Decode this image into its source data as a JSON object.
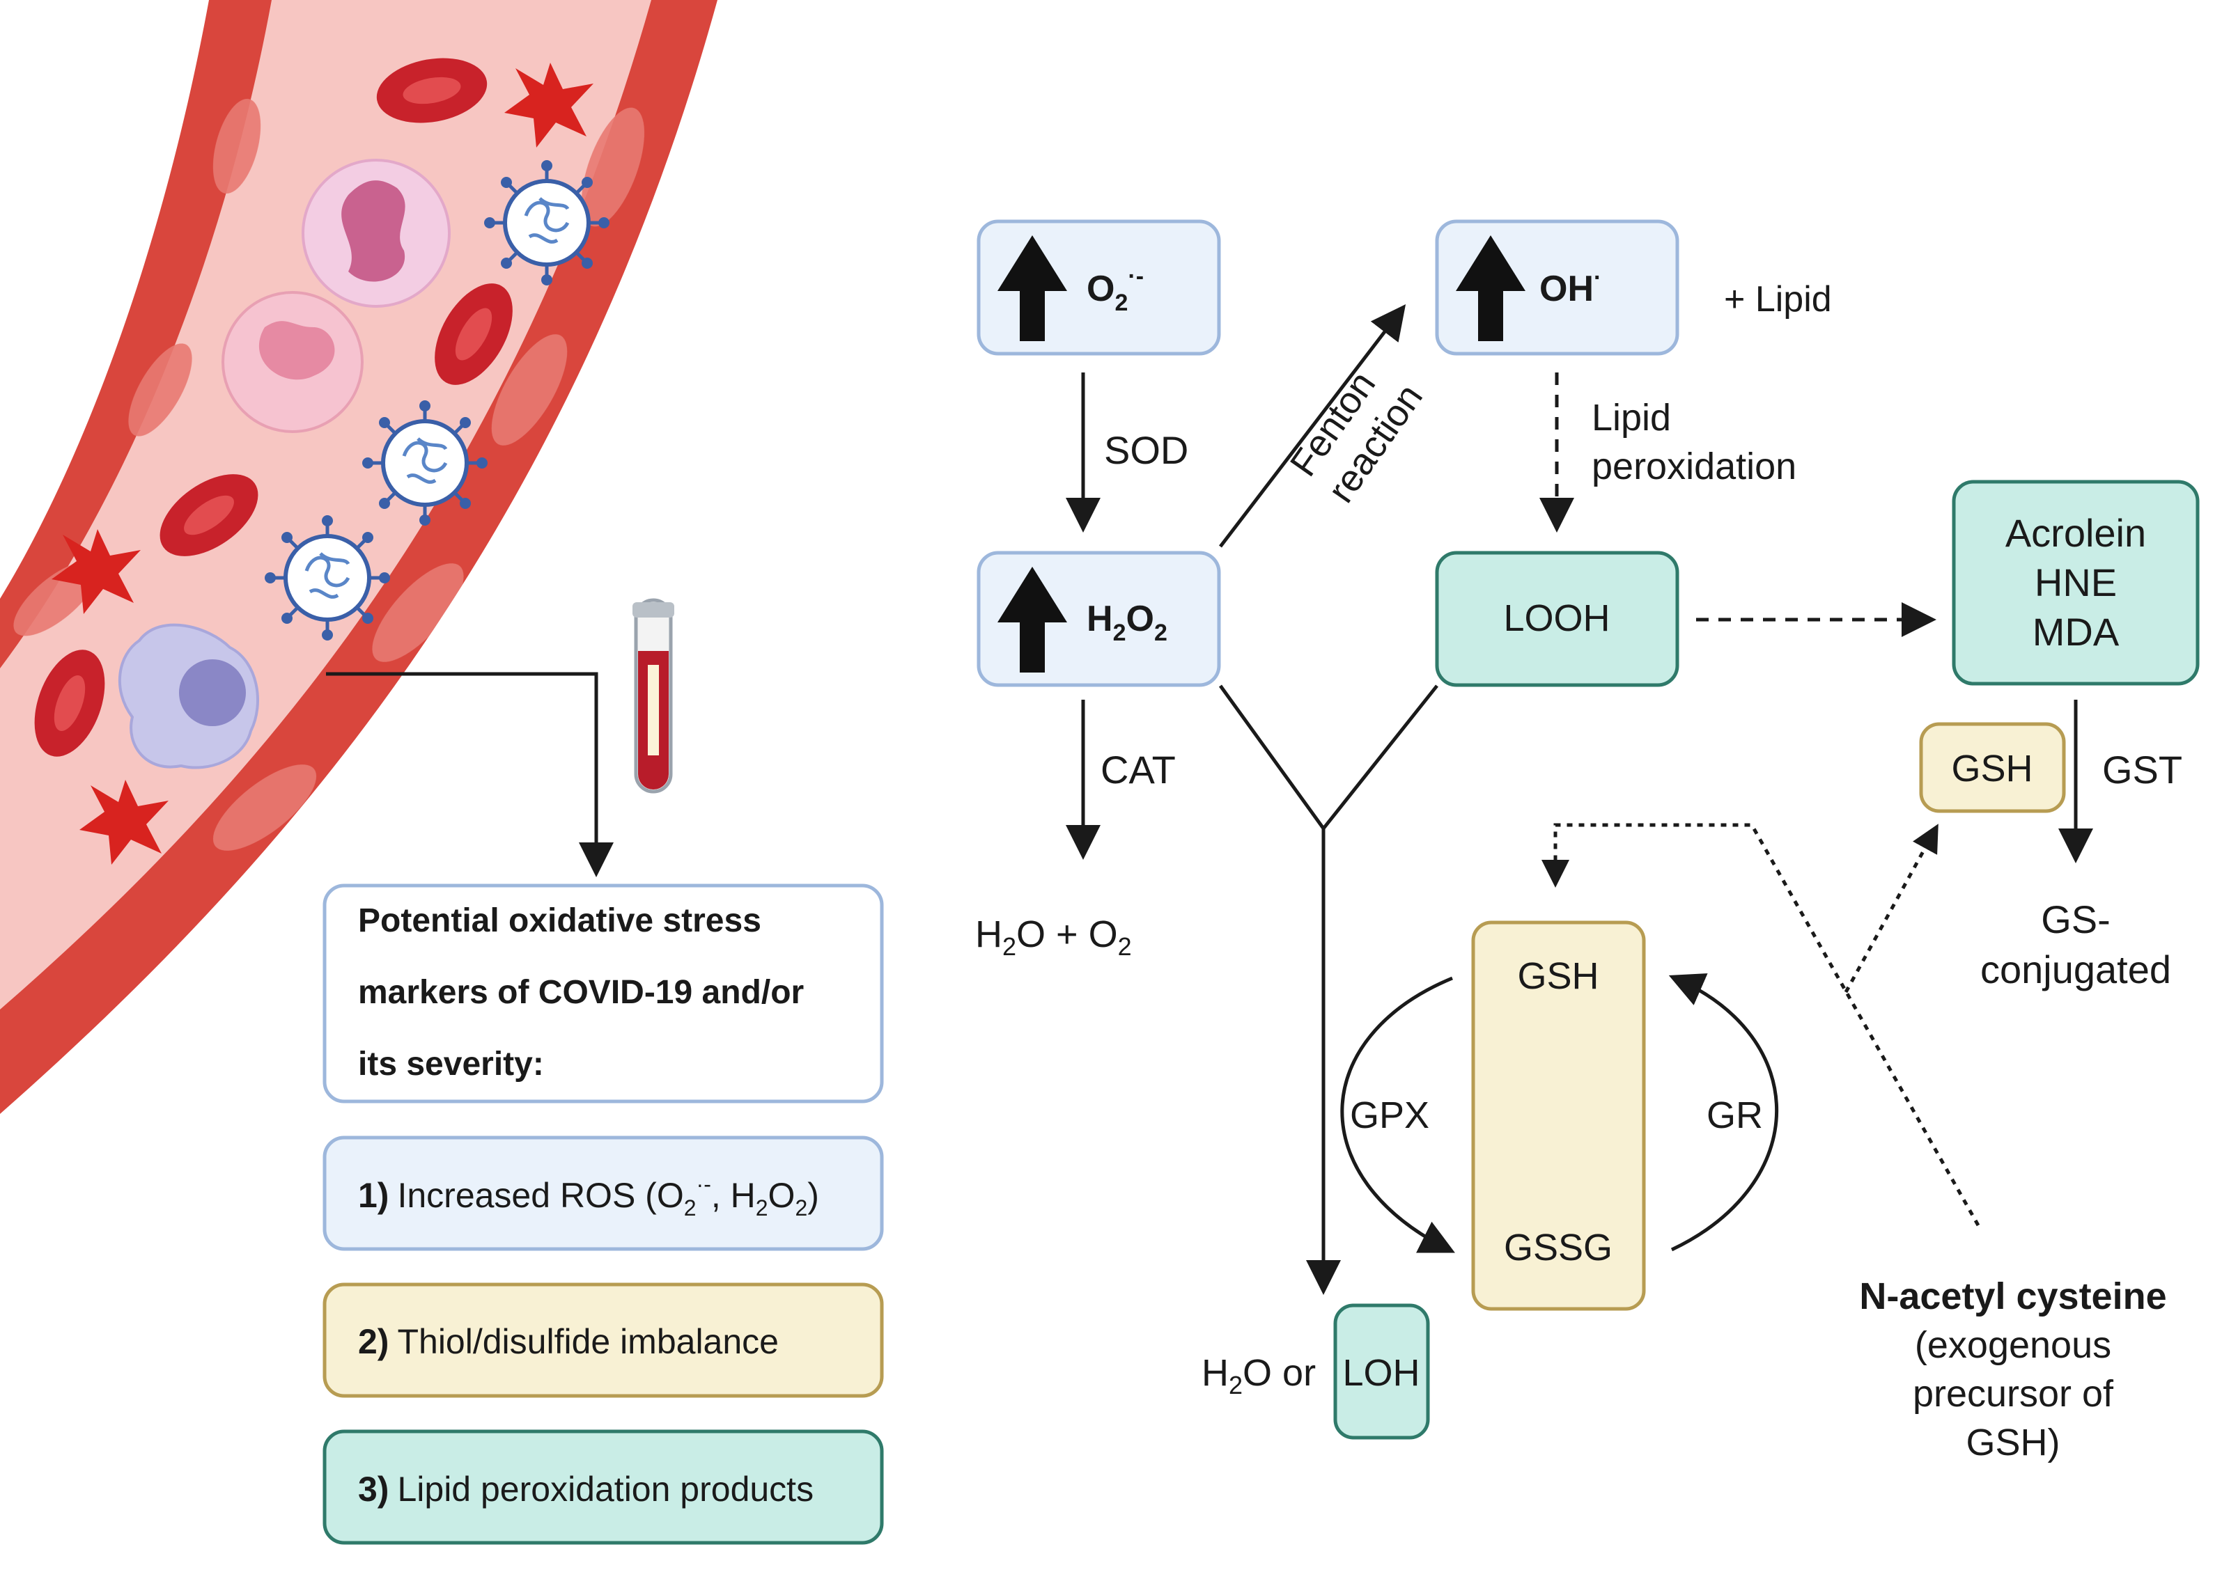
{
  "nodes": {
    "o2": {
      "label": "O",
      "sub": "2",
      "sup": "·-"
    },
    "h2o2": {
      "label": "H",
      "sub1": "2",
      "mid": "O",
      "sub2": "2"
    },
    "oh": {
      "label": "OH",
      "sup": "·"
    },
    "looh": "LOOH",
    "aldehydes": [
      "Acrolein",
      "HNE",
      "MDA"
    ],
    "gsh_small": "GSH",
    "gsh_main": "GSH",
    "gssg": "GSSG",
    "loh": "LOH"
  },
  "labels": {
    "plus_lipid": "+ Lipid",
    "sod": "SOD",
    "cat": "CAT",
    "fenton": [
      "Fenton",
      "reaction"
    ],
    "lipid_perox": [
      "Lipid",
      "peroxidation"
    ],
    "gst": "GST",
    "gpx": "GPX",
    "gr": "GR",
    "h2o_o2": {
      "a": "H",
      "b": "2",
      "c": "O + O",
      "d": "2"
    },
    "h2o_or": {
      "a": "H",
      "b": "2",
      "c": "O or"
    },
    "gs_conj": [
      "GS-",
      "conjugated"
    ],
    "nac_title": "N-acetyl cysteine",
    "nac_desc": [
      "(exogenous",
      "precursor of",
      "GSH)"
    ]
  },
  "legend": {
    "title": [
      "Potential oxidative stress",
      "markers of COVID-19 and/or",
      "its severity:"
    ],
    "item1": {
      "num": "1)",
      "text": "Increased ROS (O",
      "s1": "2",
      "sup": "·-",
      "mid": ", H",
      "s2": "2",
      "o": "O",
      "s3": "2",
      "end": ")"
    },
    "item2": {
      "num": "2)",
      "text": "Thiol/disulfide imbalance"
    },
    "item3": {
      "num": "3)",
      "text": "Lipid peroxidation products"
    }
  },
  "colors": {
    "ros_box": "#eaf2fb",
    "thiol_box": "#f8f1d4",
    "lipid_box": "#c9ede6",
    "vessel_wall": "#d9463d",
    "lumen": "#f7c6c2",
    "rbc": "#c8222b",
    "platelet": "#d8231f",
    "virus": "#3a5fa8"
  },
  "icons": [
    "up-arrow-icon",
    "blood-tube-icon",
    "red-blood-cell-icon",
    "platelet-icon",
    "virus-icon",
    "neutrophil-icon",
    "macrophage-icon"
  ]
}
